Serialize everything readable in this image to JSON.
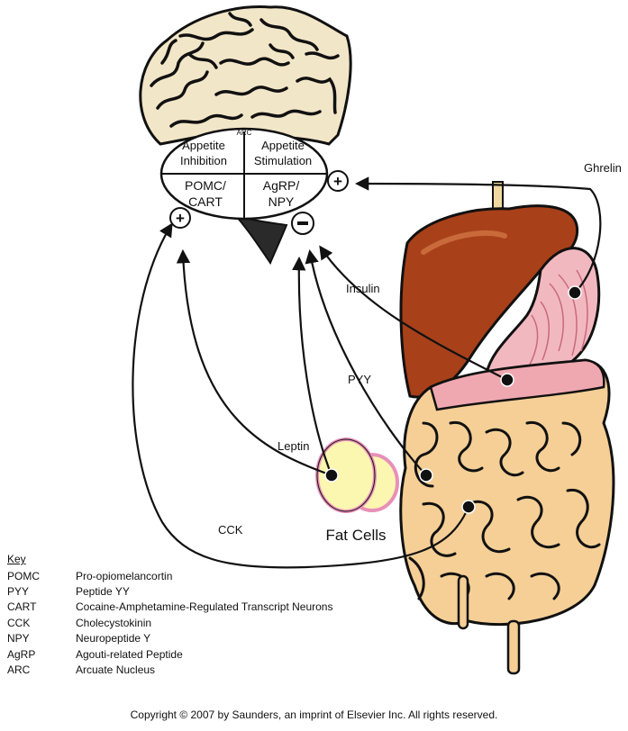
{
  "regions": {
    "arc_label": "ARC",
    "appetite_inhibition": [
      "Appetite",
      "Inhibition"
    ],
    "appetite_stimulation": [
      "Appetite",
      "Stimulation"
    ],
    "pomc_cart": [
      "POMC/",
      "CART"
    ],
    "agrp_npy": [
      "AgRP/",
      "NPY"
    ]
  },
  "signs": {
    "plus": "+",
    "minus": "-"
  },
  "hormones": {
    "ghrelin": "Ghrelin",
    "insulin": "Insulin",
    "pyy": "PYY",
    "leptin": "Leptin",
    "cck": "CCK"
  },
  "fat_cells_label": "Fat Cells",
  "key": {
    "title": "Key",
    "items": [
      {
        "abbr": "POMC",
        "definition": "Pro-opiomelancortin"
      },
      {
        "abbr": "PYY",
        "definition": "Peptide YY"
      },
      {
        "abbr": "CART",
        "definition": "Cocaine-Amphetamine-Regulated Transcript Neurons"
      },
      {
        "abbr": "CCK",
        "definition": "Cholecystokinin"
      },
      {
        "abbr": "NPY",
        "definition": "Neuropeptide Y"
      },
      {
        "abbr": "AgRP",
        "definition": "Agouti-related Peptide"
      },
      {
        "abbr": "ARC",
        "definition": "Arcuate Nucleus"
      }
    ]
  },
  "copyright": "Copyright © 2007 by Saunders, an imprint of Elsevier Inc. All rights reserved.",
  "colors": {
    "brain_fill": "#f2e6c8",
    "liver": "#a8401a",
    "stomach": "#f2b8c0",
    "intestine": "#f5cf96",
    "fat_cell": "#fbf6b0",
    "fat_cell_edge": "#e890b8"
  }
}
